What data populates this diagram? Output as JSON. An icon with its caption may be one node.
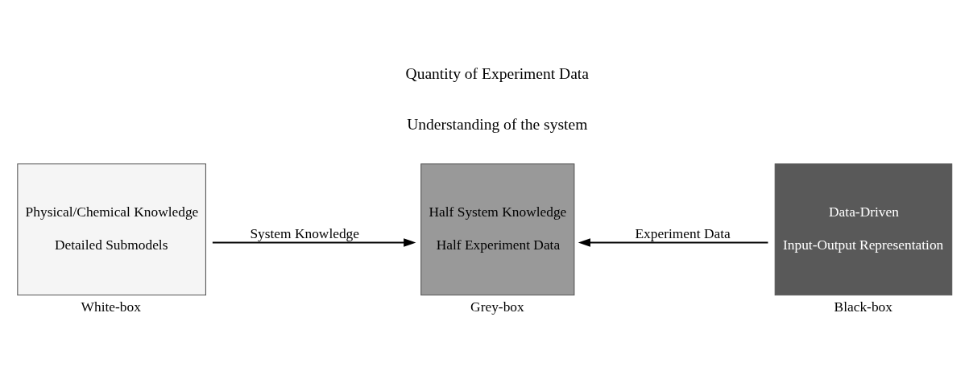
{
  "diagram": {
    "nodes": [
      {
        "text": [
          "Physical/Chemical Knowledge",
          "Detailed Submodels"
        ],
        "beside": [
          "White-box"
        ]
      },
      {
        "text": [
          "Half System Knowledge",
          "Half Experiment Data"
        ],
        "beside": [
          "Grey-box"
        ]
      },
      {
        "text": [
          "Data-Driven",
          "Input-Output Representation"
        ],
        "beside": [
          "Black-box"
        ]
      }
    ],
    "edges": [
      {
        "from": 0,
        "to": 1,
        "arrow": "to",
        "label": "System Knowledge"
      },
      {
        "from": 2,
        "to": 1,
        "arrow": "to",
        "label": "Experiment Data"
      }
    ],
    "labels": [
      "Understanding of the system",
      "Quantity of Experiment Data"
    ]
  }
}
